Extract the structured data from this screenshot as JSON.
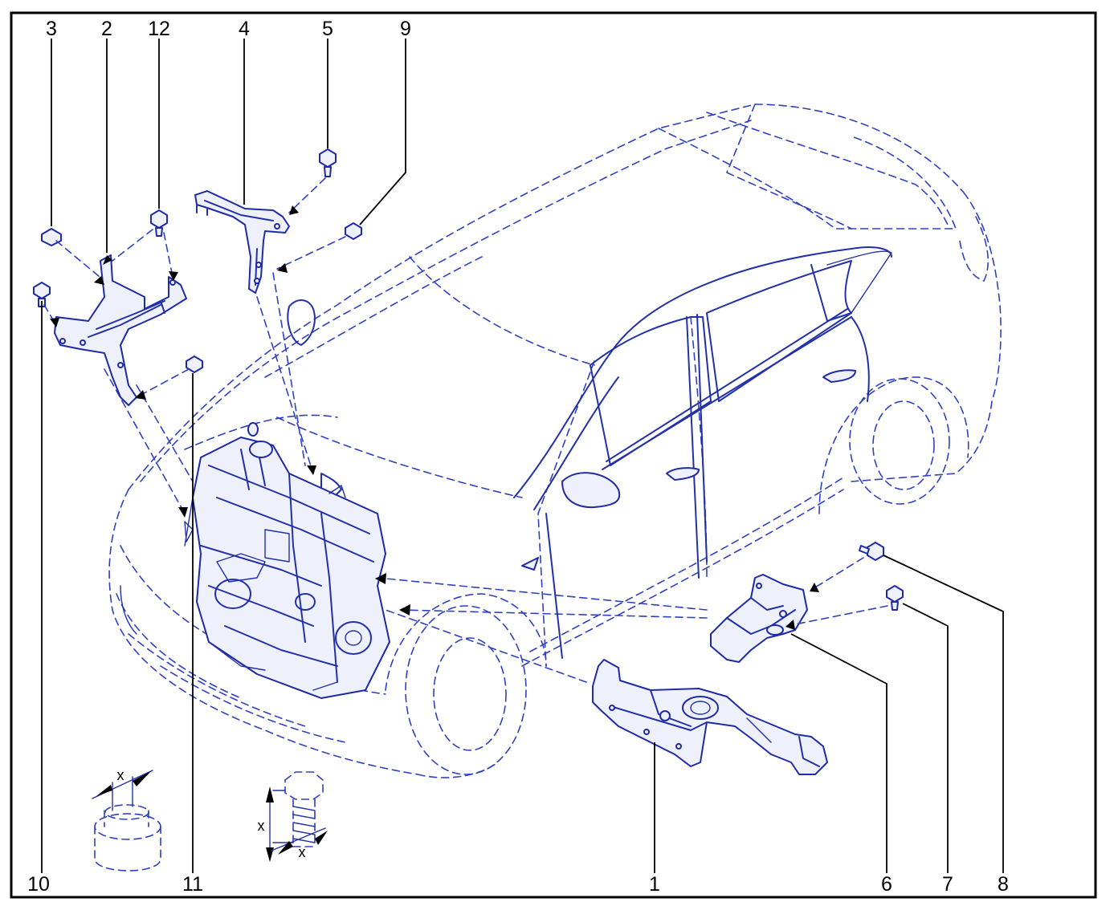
{
  "labels": {
    "l3": "3",
    "l2": "2",
    "l12": "12",
    "l4": "4",
    "l5": "5",
    "l9": "9",
    "l10": "10",
    "l11": "11",
    "l1": "1",
    "l6": "6",
    "l7": "7",
    "l8": "8"
  },
  "dimension_marks": {
    "nut_x": "x",
    "bolt_x_vertical": "x",
    "bolt_x_horizontal": "x"
  },
  "colors": {
    "line": "#2331a8",
    "fill": "#eef0fb",
    "frame": "#000000"
  }
}
